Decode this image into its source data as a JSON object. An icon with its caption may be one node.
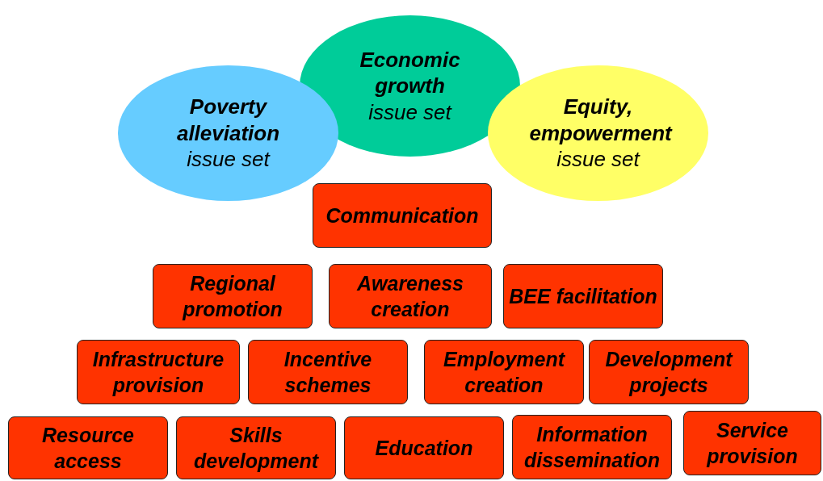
{
  "diagram": {
    "nodes": [
      {
        "text": [
          "Poverty alleviation",
          "issue set"
        ]
      },
      {
        "text": [
          "Economic growth",
          "issue set"
        ]
      },
      {
        "text": [
          "Equity, empowerment",
          "issue set"
        ]
      },
      {
        "text": [
          "Communication"
        ]
      },
      {
        "text": [
          "Regional promotion"
        ]
      },
      {
        "text": [
          "Awareness creation"
        ]
      },
      {
        "text": [
          "BEE facilitation"
        ]
      },
      {
        "text": [
          "Infrastructure provision"
        ]
      },
      {
        "text": [
          "Incentive schemes"
        ]
      },
      {
        "text": [
          "Employment creation"
        ]
      },
      {
        "text": [
          "Development projects"
        ]
      },
      {
        "text": [
          "Resource access"
        ]
      },
      {
        "text": [
          "Skills development"
        ]
      },
      {
        "text": [
          "Education"
        ]
      },
      {
        "text": [
          "Information dissemination"
        ]
      },
      {
        "text": [
          "Service provision"
        ]
      }
    ]
  }
}
